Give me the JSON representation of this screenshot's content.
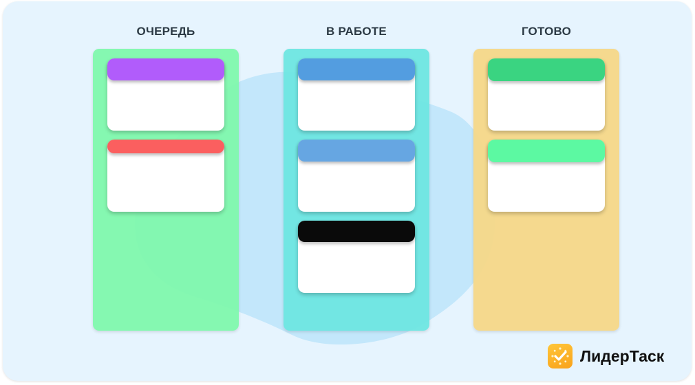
{
  "columns": [
    {
      "title": "ОЧЕРЕДЬ",
      "color": "#7ff8ad",
      "cards": [
        {
          "header_color": "#b15cfb"
        },
        {
          "header_color": "#fb5f5f"
        }
      ]
    },
    {
      "title": "В РАБОТЕ",
      "color": "#6ee6e2",
      "cards": [
        {
          "header_color": "#539de0"
        },
        {
          "header_color": "#66a6e2"
        },
        {
          "header_color": "#0a0a0a"
        }
      ]
    },
    {
      "title": "ГОТОВО",
      "color": "#f5d88a",
      "cards": [
        {
          "header_color": "#3ad481"
        },
        {
          "header_color": "#5cf9a2"
        }
      ]
    }
  ],
  "brand": {
    "name": "ЛидерТаск",
    "icon": "checkmark-clock-icon",
    "icon_color": "#fbb22a"
  },
  "background_color": "#e6f4fe",
  "blob_color": "#bfe5fb"
}
